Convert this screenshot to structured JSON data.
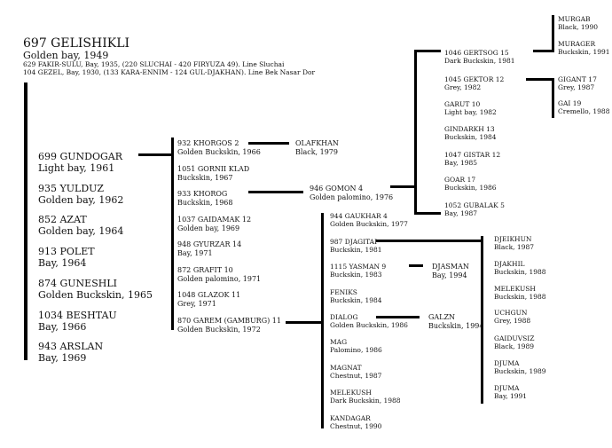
{
  "root": {
    "name": "697 GELISHIKLI",
    "color": "Golden bay, 1949",
    "sire_line": "629 FAKIR-SULU, Bay, 1935, (220 SLUCHAI - 420 FIRYUZA 49). Line Sluchai",
    "dam_line": "104 GEZEL, Bay, 1930, (133 KARA-ENNIM - 124 GUL-DJAKHAN). Line Bek Nasar Dor"
  },
  "offspring": [
    {
      "name": "699 GUNDOGAR",
      "info": "Light bay, 1961"
    },
    {
      "name": "935 YULDUZ",
      "info": "Golden bay, 1962"
    },
    {
      "name": "852 AZAT",
      "info": "Golden bay, 1964"
    },
    {
      "name": "913 POLET",
      "info": "Bay, 1964"
    },
    {
      "name": "874 GUNESHLI",
      "info": "Golden Buckskin, 1965"
    },
    {
      "name": "1034 BESHTAU",
      "info": "Bay, 1966"
    },
    {
      "name": "943 ARSLAN",
      "info": "Bay, 1969"
    }
  ],
  "gundogar_offspring": [
    {
      "name": "932 KHORGOS 2",
      "info": "Golden Buckskin, 1966"
    },
    {
      "name": "1051 GORNII KLAD",
      "info": "Buckskin, 1967"
    },
    {
      "name": "933 KHOROG",
      "info": "Buckskin, 1968"
    },
    {
      "name": "1037 GAIDAMAK 12",
      "info": "Golden bay, 1969"
    },
    {
      "name": "948 GYURZAR 14",
      "info": "Bay, 1971"
    },
    {
      "name": "872 GRAFIT 10",
      "info": "Golden palomino, 1971"
    },
    {
      "name": "1048 GLAZOK 11",
      "info": "Grey, 1971"
    },
    {
      "name": "870 GAREM (GAMBURG) 11",
      "info": "Golden Buckskin, 1972"
    }
  ],
  "olafkhan": {
    "name": "OLAFKHAN",
    "info": "Black, 1979"
  },
  "gomon": {
    "name": "946 GOMON 4",
    "info": "Golden palomino, 1976"
  },
  "gomon_offspring": [
    {
      "name": "1046 GERTSOG 15",
      "info": "Dark Buckskin, 1981"
    },
    {
      "name": "1045 GEKTOR 12",
      "info": "Grey, 1982"
    },
    {
      "name": "GARUT 10",
      "info": "Light bay, 1982"
    },
    {
      "name": "GINDARKH 13",
      "info": "Buckskin, 1984"
    },
    {
      "name": "1047 GISTAR 12",
      "info": "Bay, 1985"
    },
    {
      "name": "GOAR 17",
      "info": "Buckskin, 1986"
    },
    {
      "name": "1052 GUBALAK 5",
      "info": "Bay, 1987"
    }
  ],
  "gertsog_offspring": [
    {
      "name": "MURGAB",
      "info": "Black, 1990"
    },
    {
      "name": "MURAGER",
      "info": "Buckskin, 1991"
    }
  ],
  "gektor_offspring": [
    {
      "name": "GIGANT 17",
      "info": "Grey, 1987"
    },
    {
      "name": "GAI 19",
      "info": "Cremello, 1988"
    }
  ],
  "garem_offspring": [
    {
      "name": "944 GAUKHAR 4",
      "info": "Golden Buckskin, 1977"
    },
    {
      "name": "987 DJAGITAI",
      "info": "Buckskin, 1981"
    },
    {
      "name": "1115 YASMAN 9",
      "info": "Buckskin, 1983"
    },
    {
      "name": "FENIKS",
      "info": "Buckskin, 1984"
    },
    {
      "name": "DIALOG",
      "info": "Golden Buckskin, 1986"
    },
    {
      "name": "MAG",
      "info": "Palomino, 1986"
    },
    {
      "name": "MAGNAT",
      "info": "Chestnut, 1987"
    },
    {
      "name": "MELEKUSH",
      "info": "Dark Buckskin, 1988"
    },
    {
      "name": "KANDAGAR",
      "info": "Chestnut, 1990"
    }
  ],
  "djasman": {
    "name": "DJASMAN",
    "info": "Bay, 1994"
  },
  "galzn": {
    "name": "GALZN",
    "info": "Buckskin, 1994"
  },
  "djagitai_offspring": [
    {
      "name": "DJEIKHUN",
      "info": "Black, 1987"
    },
    {
      "name": "DJAKHIL",
      "info": "Buckskin, 1988"
    },
    {
      "name": "MELEKUSH",
      "info": "Buckskin, 1988"
    },
    {
      "name": "UCHGUN",
      "info": "Grey, 1988"
    },
    {
      "name": "GAIDUVSIZ",
      "info": "Black, 1989"
    },
    {
      "name": "DJUMA",
      "info": "Buckskin, 1989"
    },
    {
      "name": "DJUMA",
      "info": "Bay, 1991"
    }
  ]
}
